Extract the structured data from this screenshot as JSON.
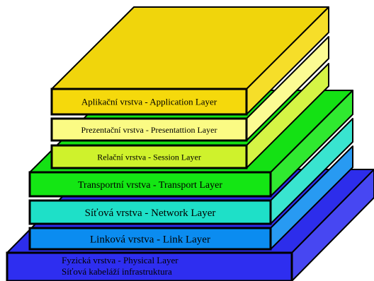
{
  "layers": [
    {
      "id": "physical",
      "lines": [
        "Fyzická vrstva - Physical Layer",
        "Síťová kabeláží infrastruktura"
      ],
      "color": "#2e2ef0"
    },
    {
      "id": "link",
      "lines": [
        "Linková vrstva - Link Layer"
      ],
      "color": "#0b8cf0"
    },
    {
      "id": "network",
      "lines": [
        "Síťová vrstva - Network Layer"
      ],
      "color": "#1ee0c8"
    },
    {
      "id": "transport",
      "lines": [
        "Transportní vrstva - Transport Layer"
      ],
      "color": "#14e614"
    },
    {
      "id": "session",
      "lines": [
        "Relační vrstva - Session Layer"
      ],
      "color": "#cff22c"
    },
    {
      "id": "presentation",
      "lines": [
        "Prezentační vrstva - Presentattion Layer"
      ],
      "color": "#fbfb84"
    },
    {
      "id": "application",
      "lines": [
        "Aplikační vrstva - Application Layer"
      ],
      "color": "#f5d90c"
    }
  ]
}
